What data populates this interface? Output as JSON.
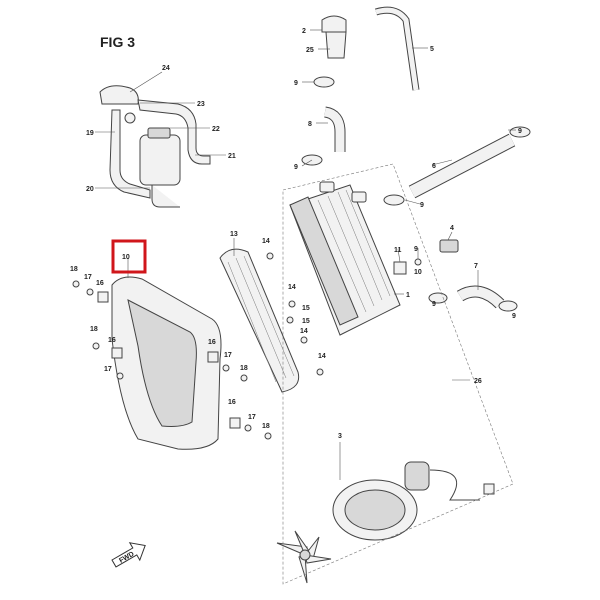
{
  "figure": {
    "title": "FIG 3",
    "highlight_color": "#d0161b",
    "fwd_label": "FWD"
  },
  "callouts": {
    "c1": "1",
    "c2": "2",
    "c3": "3",
    "c4": "4",
    "c5": "5",
    "c6": "6",
    "c7": "7",
    "c8": "8",
    "c9": "9",
    "c10": "10",
    "c11": "11",
    "c13": "13",
    "c14": "14",
    "c15": "15",
    "c16": "16",
    "c17": "17",
    "c18": "18",
    "c19": "19",
    "c20": "20",
    "c21": "21",
    "c22": "22",
    "c23": "23",
    "c24": "24",
    "c25": "25",
    "c26": "26"
  }
}
